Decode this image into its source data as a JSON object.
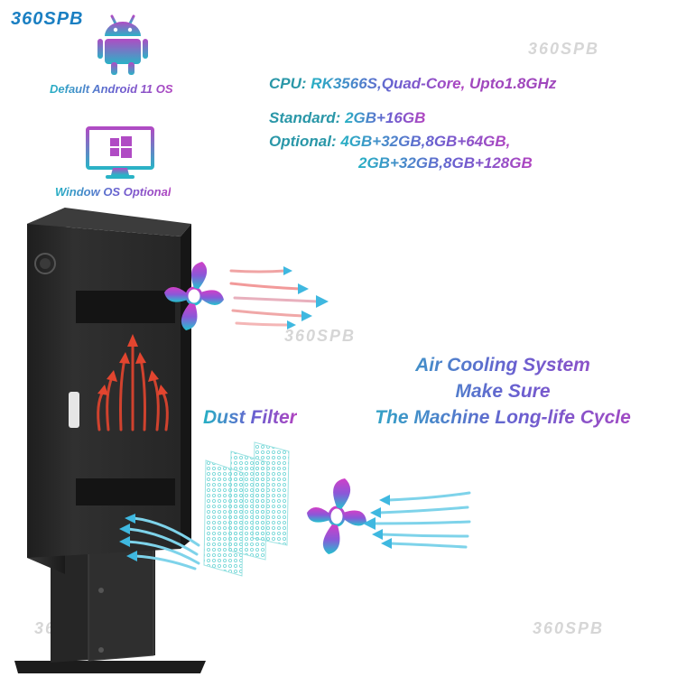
{
  "brand": {
    "logo_text": "360SPB",
    "watermark": "360SPB"
  },
  "os": {
    "android_label": "Default Android 11 OS",
    "windows_label": "Window OS Optional",
    "android_icon": "android-icon",
    "windows_icon": "windows-monitor-icon"
  },
  "specs": {
    "cpu_label": "CPU:",
    "cpu_model": "RK3566S,Quad-Core,",
    "cpu_speed": "Upto1.8GHz",
    "standard_label": "Standard:",
    "standard_value": "2GB+16GB",
    "optional_label": "Optional:",
    "optional_line1": "4GB+32GB,8GB+64GB,",
    "optional_line2": "2GB+32GB,8GB+128GB"
  },
  "features": {
    "cooling_line1": "Air Cooling  System",
    "cooling_line2": "Make Sure",
    "cooling_line3": "The Machine Long-life Cycle",
    "dust_filter": "Dust Filter"
  },
  "colors": {
    "teal": "#2a97a8",
    "purple": "#a047bd",
    "brand_blue": "#1a7fc2",
    "device_body": "#2b2b2b",
    "heat_red": "#e2452f",
    "air_cyan": "#3fb8e0"
  },
  "icons": [
    "fan-icon",
    "heat-arrows-icon",
    "airflow-arrows-icon",
    "dust-filter-icon"
  ]
}
